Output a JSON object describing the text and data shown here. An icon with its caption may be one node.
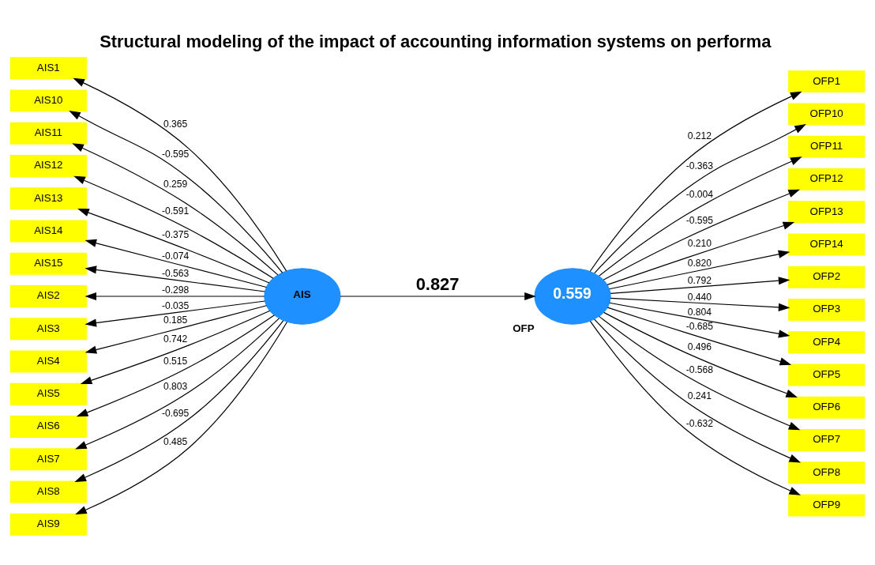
{
  "diagram": {
    "title": "Structural modeling of the impact of accounting information systems on performa",
    "nodes": [
      {
        "text": [
          "AIS1"
        ]
      },
      {
        "text": [
          "AIS10"
        ]
      },
      {
        "text": [
          "AIS11"
        ]
      },
      {
        "text": [
          "AIS12"
        ]
      },
      {
        "text": [
          "AIS13"
        ]
      },
      {
        "text": [
          "AIS14"
        ]
      },
      {
        "text": [
          "AIS15"
        ]
      },
      {
        "text": [
          "AIS2"
        ]
      },
      {
        "text": [
          "AIS3"
        ]
      },
      {
        "text": [
          "AIS4"
        ]
      },
      {
        "text": [
          "AIS5"
        ]
      },
      {
        "text": [
          "AIS6"
        ]
      },
      {
        "text": [
          "AIS7"
        ]
      },
      {
        "text": [
          "AIS8"
        ]
      },
      {
        "text": [
          "AIS9"
        ]
      },
      {
        "text": [
          "AIS"
        ]
      },
      {
        "text": [
          "0.559",
          "OFP"
        ]
      },
      {
        "text": [
          "OFP1"
        ]
      },
      {
        "text": [
          "OFP10"
        ]
      },
      {
        "text": [
          "OFP11"
        ]
      },
      {
        "text": [
          "OFP12"
        ]
      },
      {
        "text": [
          "OFP13"
        ]
      },
      {
        "text": [
          "OFP14"
        ]
      },
      {
        "text": [
          "OFP2"
        ]
      },
      {
        "text": [
          "OFP3"
        ]
      },
      {
        "text": [
          "OFP4"
        ]
      },
      {
        "text": [
          "OFP5"
        ]
      },
      {
        "text": [
          "OFP6"
        ]
      },
      {
        "text": [
          "OFP7"
        ]
      },
      {
        "text": [
          "OFP8"
        ]
      },
      {
        "text": [
          "OFP9"
        ]
      }
    ],
    "edges": [
      {
        "from": 15,
        "to": 0,
        "arrow": "to",
        "label": "0.365"
      },
      {
        "from": 15,
        "to": 1,
        "arrow": "to",
        "label": "-0.595"
      },
      {
        "from": 15,
        "to": 2,
        "arrow": "to",
        "label": "0.259"
      },
      {
        "from": 15,
        "to": 3,
        "arrow": "to",
        "label": "-0.591"
      },
      {
        "from": 15,
        "to": 4,
        "arrow": "to",
        "label": "-0.375"
      },
      {
        "from": 15,
        "to": 5,
        "arrow": "to",
        "label": "-0.074"
      },
      {
        "from": 15,
        "to": 6,
        "arrow": "to",
        "label": "-0.563"
      },
      {
        "from": 15,
        "to": 7,
        "arrow": "to",
        "label": "-0.298"
      },
      {
        "from": 15,
        "to": 8,
        "arrow": "to",
        "label": "-0.035"
      },
      {
        "from": 15,
        "to": 9,
        "arrow": "to",
        "label": "0.185"
      },
      {
        "from": 15,
        "to": 10,
        "arrow": "to",
        "label": "0.742"
      },
      {
        "from": 15,
        "to": 11,
        "arrow": "to",
        "label": "0.515"
      },
      {
        "from": 15,
        "to": 12,
        "arrow": "to",
        "label": "0.803"
      },
      {
        "from": 15,
        "to": 13,
        "arrow": "to",
        "label": "-0.695"
      },
      {
        "from": 15,
        "to": 14,
        "arrow": "to",
        "label": "0.485"
      },
      {
        "from": 15,
        "to": 16,
        "arrow": "to",
        "label": "0.827"
      },
      {
        "from": 16,
        "to": 17,
        "arrow": "to",
        "label": "0.212"
      },
      {
        "from": 16,
        "to": 18,
        "arrow": "to",
        "label": "-0.363"
      },
      {
        "from": 16,
        "to": 19,
        "arrow": "to",
        "label": "-0.004"
      },
      {
        "from": 16,
        "to": 20,
        "arrow": "to",
        "label": "-0.595"
      },
      {
        "from": 16,
        "to": 21,
        "arrow": "to",
        "label": "0.210"
      },
      {
        "from": 16,
        "to": 22,
        "arrow": "to",
        "label": "0.820"
      },
      {
        "from": 16,
        "to": 23,
        "arrow": "to",
        "label": "0.792"
      },
      {
        "from": 16,
        "to": 24,
        "arrow": "to",
        "label": "0.440"
      },
      {
        "from": 16,
        "to": 25,
        "arrow": "to",
        "label": "0.804"
      },
      {
        "from": 16,
        "to": 26,
        "arrow": "to",
        "label": "-0.685"
      },
      {
        "from": 16,
        "to": 27,
        "arrow": "to",
        "label": "0.496"
      },
      {
        "from": 16,
        "to": 28,
        "arrow": "to",
        "label": "-0.568"
      },
      {
        "from": 16,
        "to": 29,
        "arrow": "to",
        "label": "0.241"
      },
      {
        "from": 16,
        "to": 30,
        "arrow": "to",
        "label": "-0.632"
      }
    ]
  }
}
